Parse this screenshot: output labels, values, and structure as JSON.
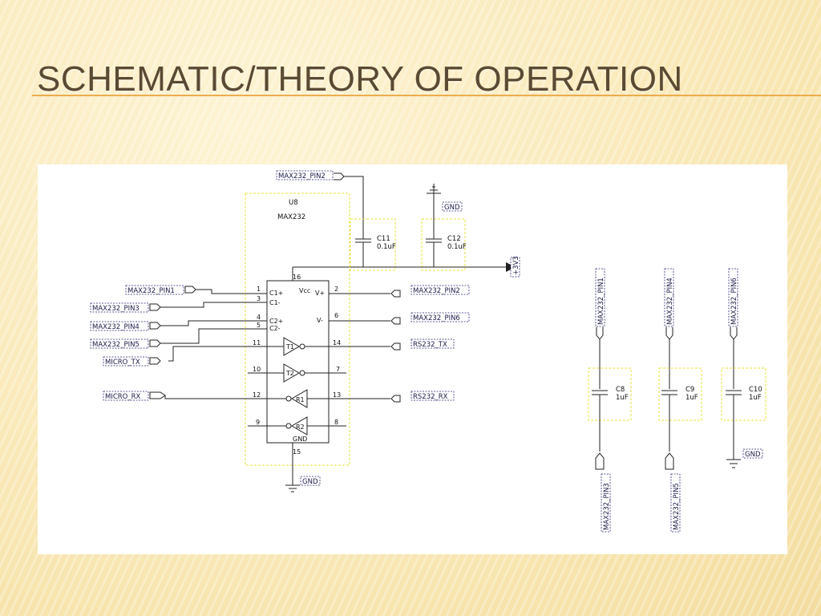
{
  "slide": {
    "title": "SCHEMATIC/THEORY OF OPERATION"
  },
  "schematic": {
    "chip": {
      "ref": "U8",
      "part": "MAX232",
      "pins": {
        "p1": "1",
        "p2": "2",
        "p3": "3",
        "p4": "4",
        "p5": "5",
        "p6": "6",
        "p7": "7",
        "p8": "8",
        "p9": "9",
        "p10": "10",
        "p11": "11",
        "p12": "12",
        "p13": "13",
        "p14": "14",
        "p15": "15",
        "p16": "16"
      },
      "pin_names": {
        "c1p": "C1+",
        "c1m": "C1-",
        "c2p": "C2+",
        "c2m": "C2-",
        "vcc": "Vcc",
        "vp": "V+",
        "vm": "V-",
        "gnd": "GND",
        "t1": "T1",
        "t2": "T2",
        "r1": "R1",
        "r2": "R2"
      }
    },
    "nets": {
      "max232_pin1": "MAX232_PIN1",
      "max232_pin2": "MAX232_PIN2",
      "max232_pin3": "MAX232_PIN3",
      "max232_pin4": "MAX232_PIN4",
      "max232_pin5": "MAX232_PIN5",
      "max232_pin6": "MAX232_PIN6",
      "micro_tx": "MICRO_TX",
      "micro_rx": "MICRO_RX",
      "rs232_tx": "RS232_TX",
      "rs232_rx": "RS232_RX",
      "gnd": "GND",
      "v3v3": "+3V3"
    },
    "capacitors": {
      "c11": {
        "ref": "C11",
        "value": "0.1uF"
      },
      "c12": {
        "ref": "C12",
        "value": "0.1uF"
      },
      "c8": {
        "ref": "C8",
        "value": "1uF"
      },
      "c9": {
        "ref": "C9",
        "value": "1uF"
      },
      "c10": {
        "ref": "C10",
        "value": "1uF"
      }
    }
  }
}
